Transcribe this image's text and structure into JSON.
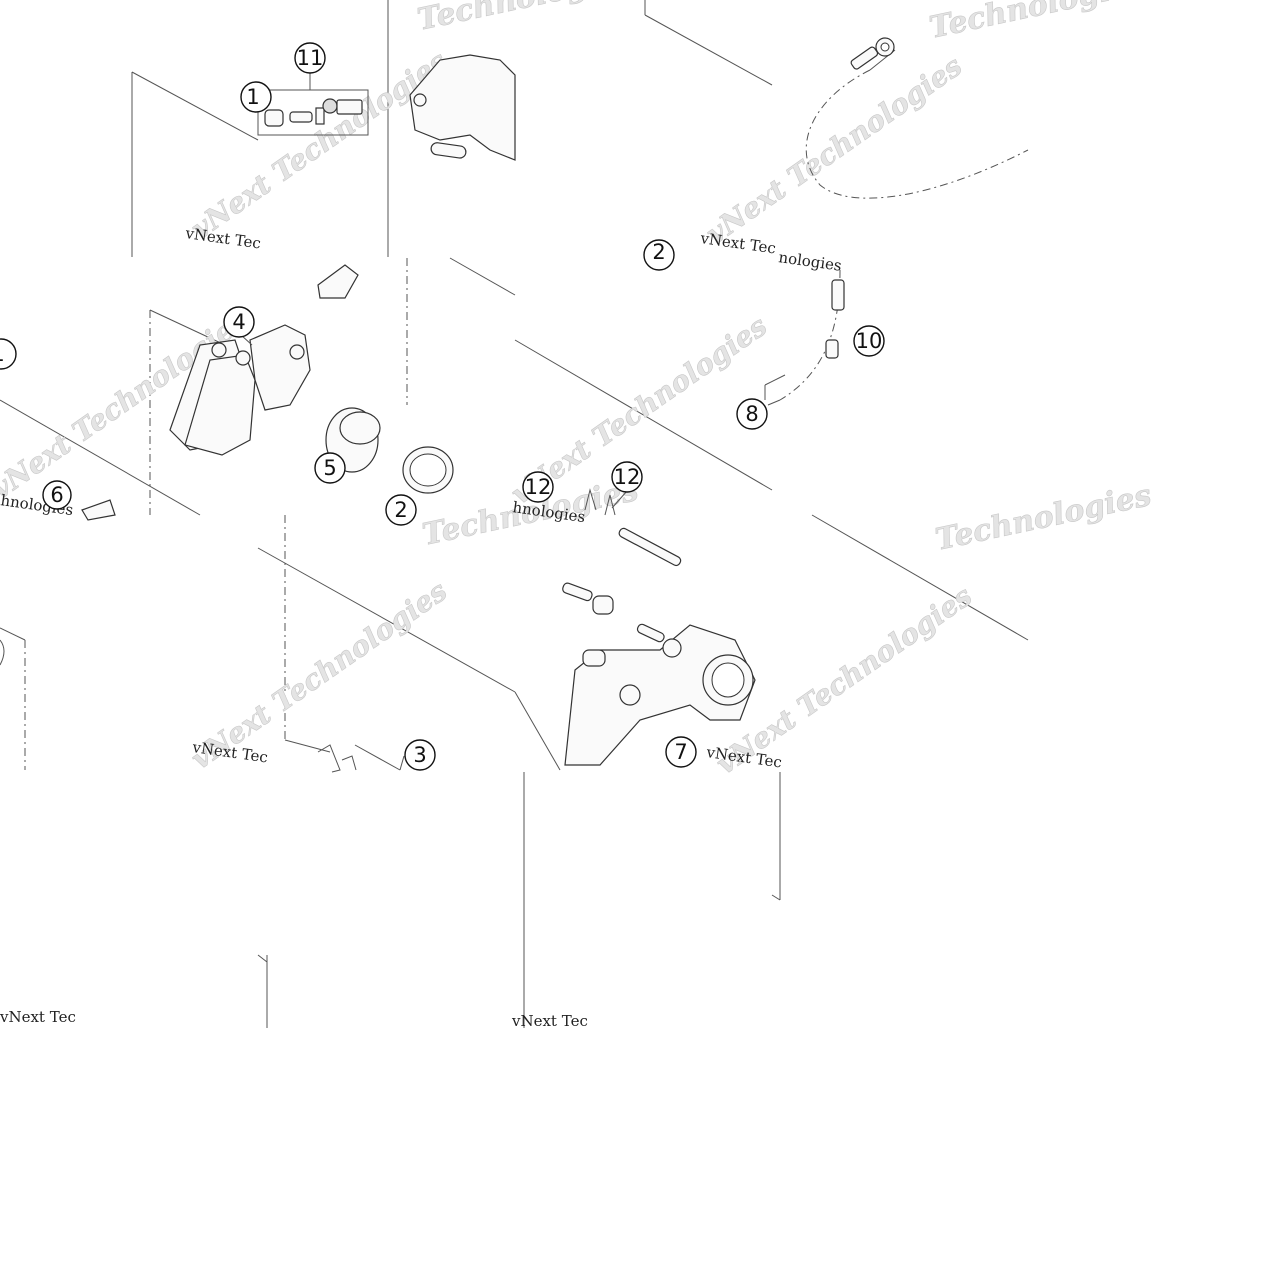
{
  "diagram": {
    "watermark": {
      "brand_line": "vNext Technologies",
      "large_text": "Technologies",
      "small_a": "vNext Tec",
      "small_b": "hnologies",
      "small_c": "nologies"
    },
    "callouts": {
      "c11": "11",
      "c1_top": "1",
      "c4": "4",
      "c1_left": "1",
      "c5": "5",
      "c2_mid": "2",
      "c6": "6",
      "c3": "3",
      "c2_top": "2",
      "c10": "10",
      "c8": "8",
      "c12a": "12",
      "c12b": "12",
      "c7": "7"
    },
    "colors": {
      "line": "#555555",
      "watermark": "#d0d0d0",
      "background": "#ffffff"
    }
  }
}
